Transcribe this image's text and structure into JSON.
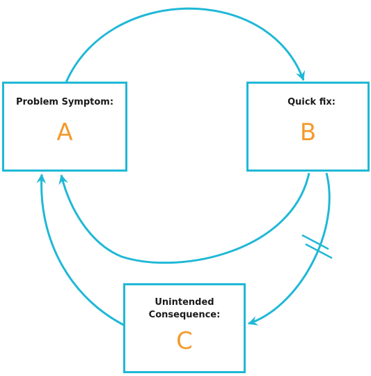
{
  "diagram": {
    "colors": {
      "stroke": "#1fb8d6",
      "letter": "#f39a2b",
      "text": "#1a1a1a"
    },
    "nodes": {
      "a": {
        "title": "Problem Symptom:",
        "letter": "A"
      },
      "b": {
        "title": "Quick fix:",
        "letter": "B"
      },
      "c": {
        "title": "Unintended\nConsequence:",
        "letter": "C"
      }
    }
  }
}
